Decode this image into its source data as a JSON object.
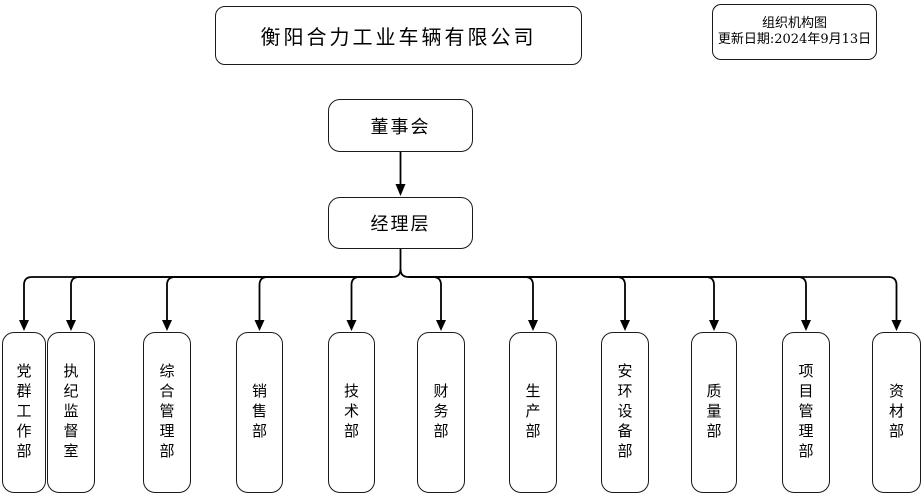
{
  "canvas": {
    "background": "#ffffff",
    "line_color": "#000000"
  },
  "title_box": {
    "text": "衡阳合力工业车辆有限公司"
  },
  "legend_box": {
    "line1": "组织机构图",
    "line2": "更新日期:2024年9月13日"
  },
  "hierarchy": {
    "root": "董事会",
    "manager": "经理层",
    "departments": [
      "党群工作部",
      "执纪监督室",
      "综合管理部",
      "销售部",
      "技术部",
      "财务部",
      "生产部",
      "安环设备部",
      "质量部",
      "项目管理部",
      "资材部"
    ]
  }
}
